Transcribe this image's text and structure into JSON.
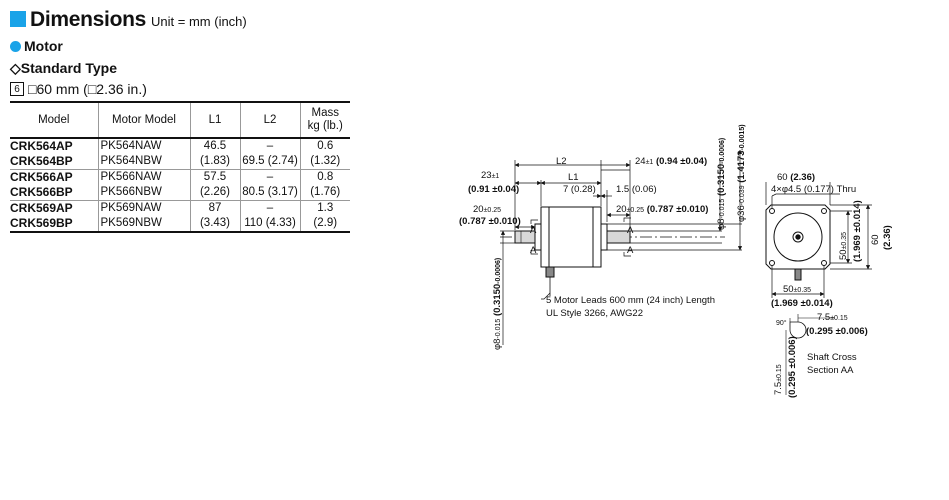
{
  "header": {
    "title": "Dimensions",
    "unit": "Unit = mm (inch)"
  },
  "section": {
    "motor": "Motor",
    "standard_type": "Standard Type"
  },
  "frame": {
    "badge": "6",
    "size_text": "60 mm (",
    "size_in": "2.36 in.)"
  },
  "table": {
    "headers": {
      "model": "Model",
      "motor_model": "Motor Model",
      "l1": "L1",
      "l2": "L2",
      "mass_line1": "Mass",
      "mass_line2": "kg (lb.)"
    },
    "rows": [
      {
        "model": "CRK564AP",
        "motor": "PK564NAW",
        "l1": "46.5",
        "l2": "–",
        "mass": "0.6"
      },
      {
        "model": "CRK564BP",
        "motor": "PK564NBW",
        "l1": "(1.83)",
        "l2": "69.5 (2.74)",
        "mass": "(1.32)"
      },
      {
        "model": "CRK566AP",
        "motor": "PK566NAW",
        "l1": "57.5",
        "l2": "–",
        "mass": "0.8"
      },
      {
        "model": "CRK566BP",
        "motor": "PK566NBW",
        "l1": "(2.26)",
        "l2": "80.5 (3.17)",
        "mass": "(1.76)"
      },
      {
        "model": "CRK569AP",
        "motor": "PK569NAW",
        "l1": "87",
        "l2": "–",
        "mass": "1.3"
      },
      {
        "model": "CRK569BP",
        "motor": "PK569NBW",
        "l1": "(3.43)",
        "l2": "110 (4.33)",
        "mass": "(2.9)"
      }
    ]
  },
  "drawing": {
    "side": {
      "l2": "L2",
      "l1": "L1",
      "d23": "23",
      "d23_tol": "±1",
      "d23_in": "(0.91 ±0.04)",
      "d24": "24",
      "d24_tol": "±1",
      "d24_in": "(0.94 ±0.04)",
      "d7": "7 (0.28)",
      "d15": "1.5 (0.06)",
      "d20l": "20",
      "d20l_tol": "±0.25",
      "d20l_in": "(0.787 ±0.010)",
      "d20r": "20",
      "d20r_tol": "±0.25",
      "d20r_in": "(0.787 ±0.010)",
      "section_a": "A",
      "shaft_dia": "φ8",
      "shaft_tol": "-0.015",
      "shaft_in": "(0.3150",
      "shaft_in_tol": "-0.0006)",
      "pilot_dia": "φ36",
      "pilot_tol": "-0.039",
      "pilot_in": "(1.4173",
      "pilot_in_tol": "-0.0015)",
      "leads_line1": "5 Motor Leads 600 mm (24 inch) Length",
      "leads_line2": "UL Style 3266, AWG22"
    },
    "front": {
      "w60": "60 (2.36)",
      "holes": "4×φ4.5 (0.177) Thru",
      "d50v": "50",
      "d50v_tol": "±0.35",
      "d50v_in": "(1.969 ±0.014)",
      "h60": "60",
      "h60_in": "(2.36)",
      "d50h": "50",
      "d50h_tol": "±0.35",
      "d50h_in": "(1.969 ±0.014)"
    },
    "section": {
      "angle": "90°",
      "d75": "7.5",
      "d75_tol": "±0.15",
      "d75_in": "(0.295 ±0.006)",
      "label1": "Shaft Cross",
      "label2": "Section AA"
    }
  }
}
